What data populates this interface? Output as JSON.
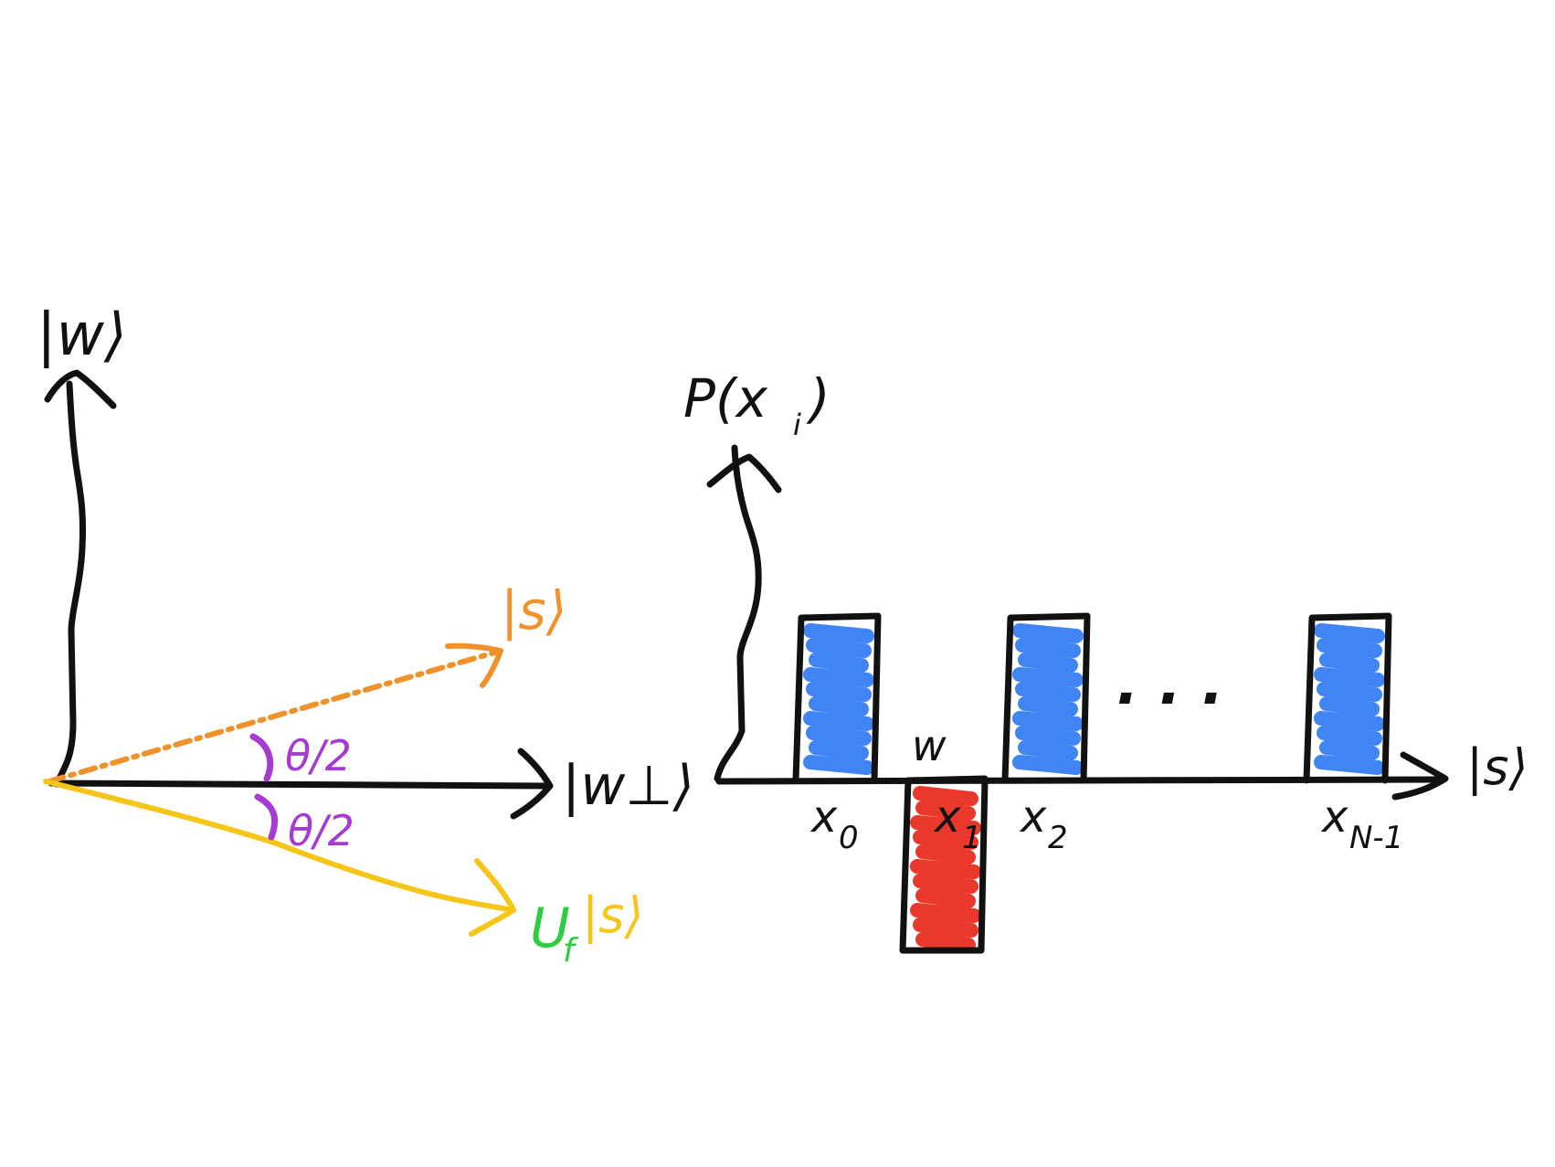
{
  "colors": {
    "ink": "#111111",
    "s_vector": "#F0922B",
    "uf_vector": "#F5C518",
    "angle": "#A63BD1",
    "uf_operator": "#2ECC40",
    "bar_positive": "#4185F4",
    "bar_marked": "#E8392C"
  },
  "left_panel": {
    "y_axis_label": "|w⟩",
    "x_axis_label": "|w⊥⟩",
    "s_label": "|s⟩",
    "uf_label_operator": "U",
    "uf_label_subscript": "f",
    "uf_label_state": "|s⟩",
    "angle_top": "θ/2",
    "angle_bottom": "θ/2"
  },
  "right_panel": {
    "y_axis_label": "P(x",
    "y_axis_label_sub": "i",
    "y_axis_label_close": ")",
    "x_axis_label": "|s⟩",
    "marked_label": "w",
    "ellipsis": ". . .",
    "bars": [
      {
        "label": "x",
        "sub": "0",
        "amplitude": 1,
        "kind": "positive"
      },
      {
        "label": "x",
        "sub": "1",
        "amplitude": -1,
        "kind": "marked"
      },
      {
        "label": "x",
        "sub": "2",
        "amplitude": 1,
        "kind": "positive"
      },
      {
        "label": "x",
        "sub": "N-1",
        "amplitude": 1,
        "kind": "positive"
      }
    ]
  }
}
